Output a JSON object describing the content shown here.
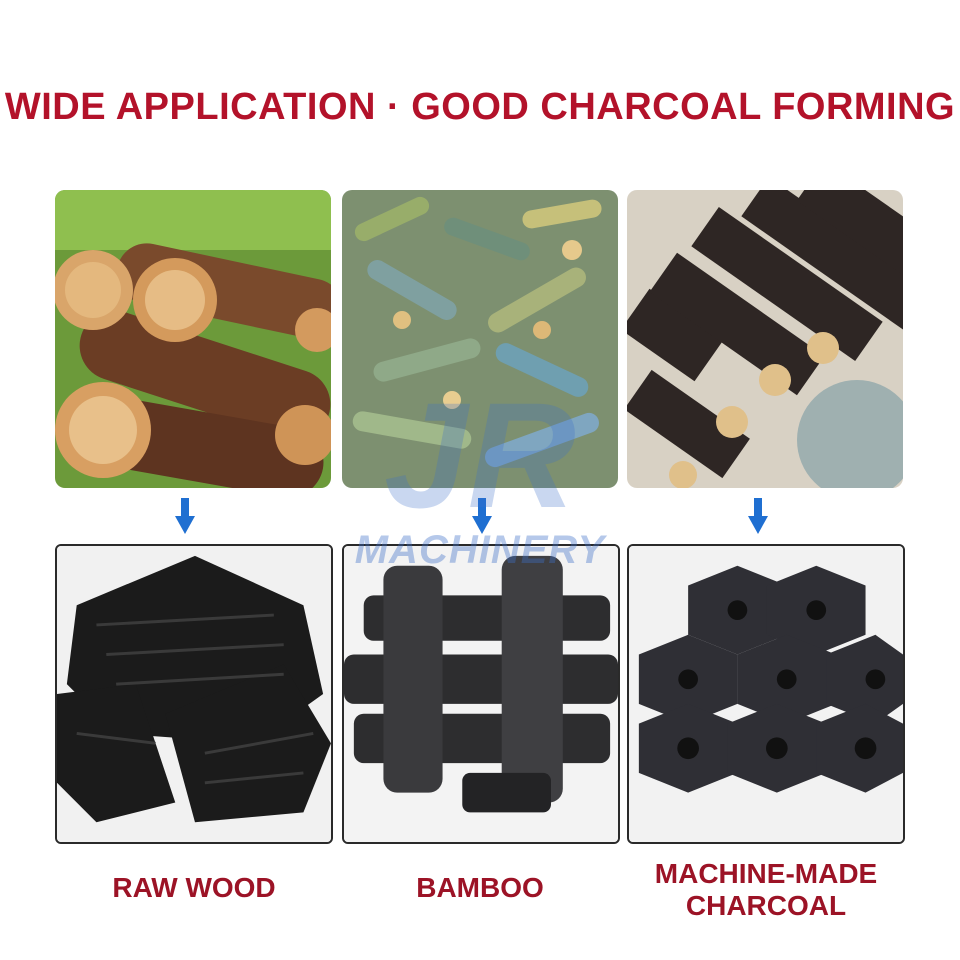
{
  "header": {
    "title": "WIDE APPLICATION · GOOD CHARCOAL FORMING"
  },
  "columns": [
    {
      "label": "RAW WOOD"
    },
    {
      "label": "BAMBOO"
    },
    {
      "label": "MACHINE-MADE CHARCOAL"
    }
  ],
  "watermark": {
    "logo": "JR",
    "text": "MACHINERY"
  },
  "colors": {
    "accent_red": "#b3122a",
    "arrow_blue": "#1f6fd1"
  }
}
